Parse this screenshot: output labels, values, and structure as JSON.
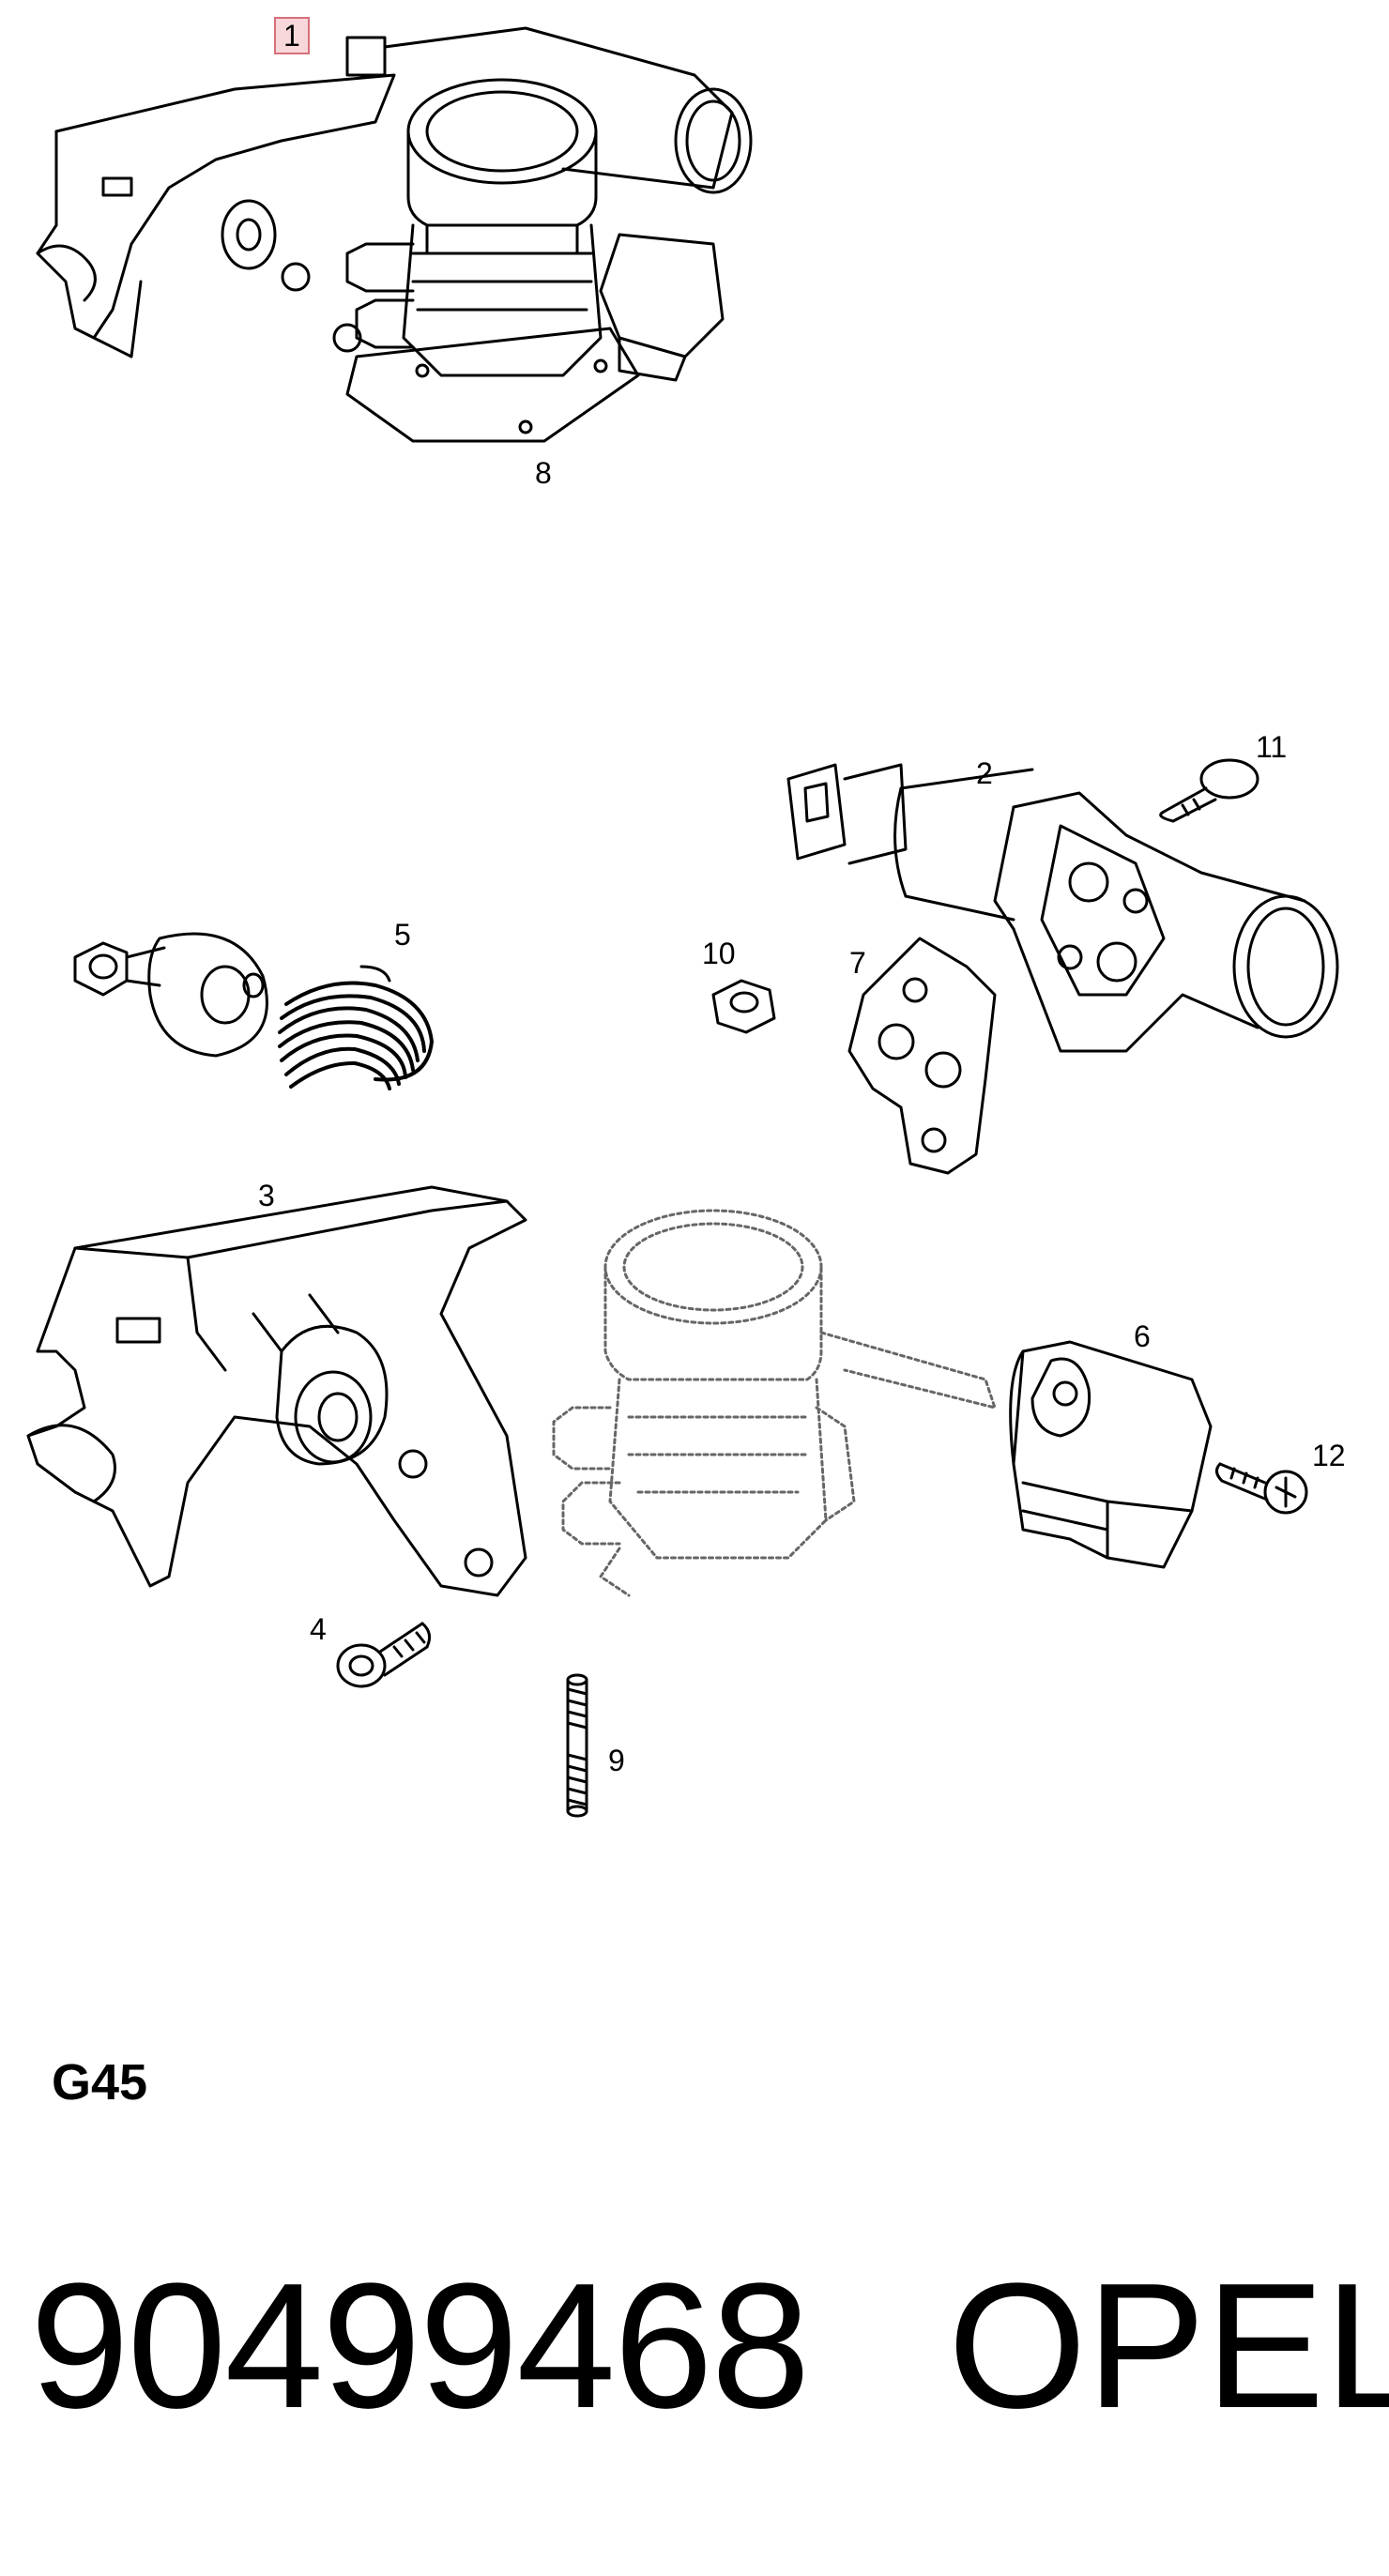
{
  "callouts": {
    "c1": "1",
    "c2": "2",
    "c3": "3",
    "c4": "4",
    "c5": "5",
    "c6": "6",
    "c7": "7",
    "c8": "8",
    "c9": "9",
    "c10": "10",
    "c11": "11",
    "c12": "12"
  },
  "section_code": "G45",
  "part_number": "90499468",
  "brand": "OPEL",
  "colors": {
    "line": "#000000",
    "highlight_fill": "#f8d7da",
    "highlight_border": "#d6707a",
    "ghost": "#666666"
  }
}
